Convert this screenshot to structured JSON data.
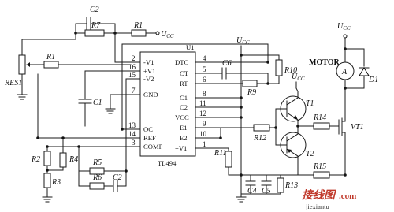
{
  "chip": {
    "name": "TL494",
    "ref": "U1",
    "left_pins": [
      {
        "num": "2",
        "name": "-V1"
      },
      {
        "num": "16",
        "name": "+V1"
      },
      {
        "num": "15",
        "name": "-V2"
      },
      {
        "num": "7",
        "name": "GND"
      },
      {
        "num": "13",
        "name": "OC"
      },
      {
        "num": "14",
        "name": "REF"
      },
      {
        "num": "3",
        "name": "COMP"
      }
    ],
    "right_pins": [
      {
        "num": "4",
        "name": "DTC"
      },
      {
        "num": "5",
        "name": "CT"
      },
      {
        "num": "6",
        "name": "RT"
      },
      {
        "num": "8",
        "name": "C1"
      },
      {
        "num": "11",
        "name": "C2"
      },
      {
        "num": "12",
        "name": "VCC"
      },
      {
        "num": "9",
        "name": "E1"
      },
      {
        "num": "10",
        "name": "E2"
      },
      {
        "num": "1",
        "name": "+V1"
      }
    ]
  },
  "components": {
    "c1": "C1",
    "c2_top": "C2",
    "c2_fb": "C2",
    "c4": "C4",
    "c5": "C5",
    "c6": "C6",
    "r1_top": "R1",
    "r1_in": "R1",
    "r2": "R2",
    "r3": "R3",
    "r4": "R4",
    "r5": "R5",
    "r6": "R6",
    "r7": "R7",
    "r9": "R9",
    "r10": "R10",
    "r11": "R11",
    "r12": "R12",
    "r13": "R13",
    "r14": "R14",
    "r15": "R15",
    "res1": "RES1",
    "t1": "T1",
    "t2": "T2",
    "vt1": "VT1",
    "d1": "D1",
    "motor": "MOTOR",
    "motor_symbol": "A"
  },
  "supply_labels": [
    "UCC",
    "UCC",
    "UCC",
    "UCC"
  ],
  "supply_main": "U",
  "supply_sub": "CC",
  "watermark": {
    "brand": "接线图",
    "domain": ".com",
    "sub": "jiexiantu"
  }
}
